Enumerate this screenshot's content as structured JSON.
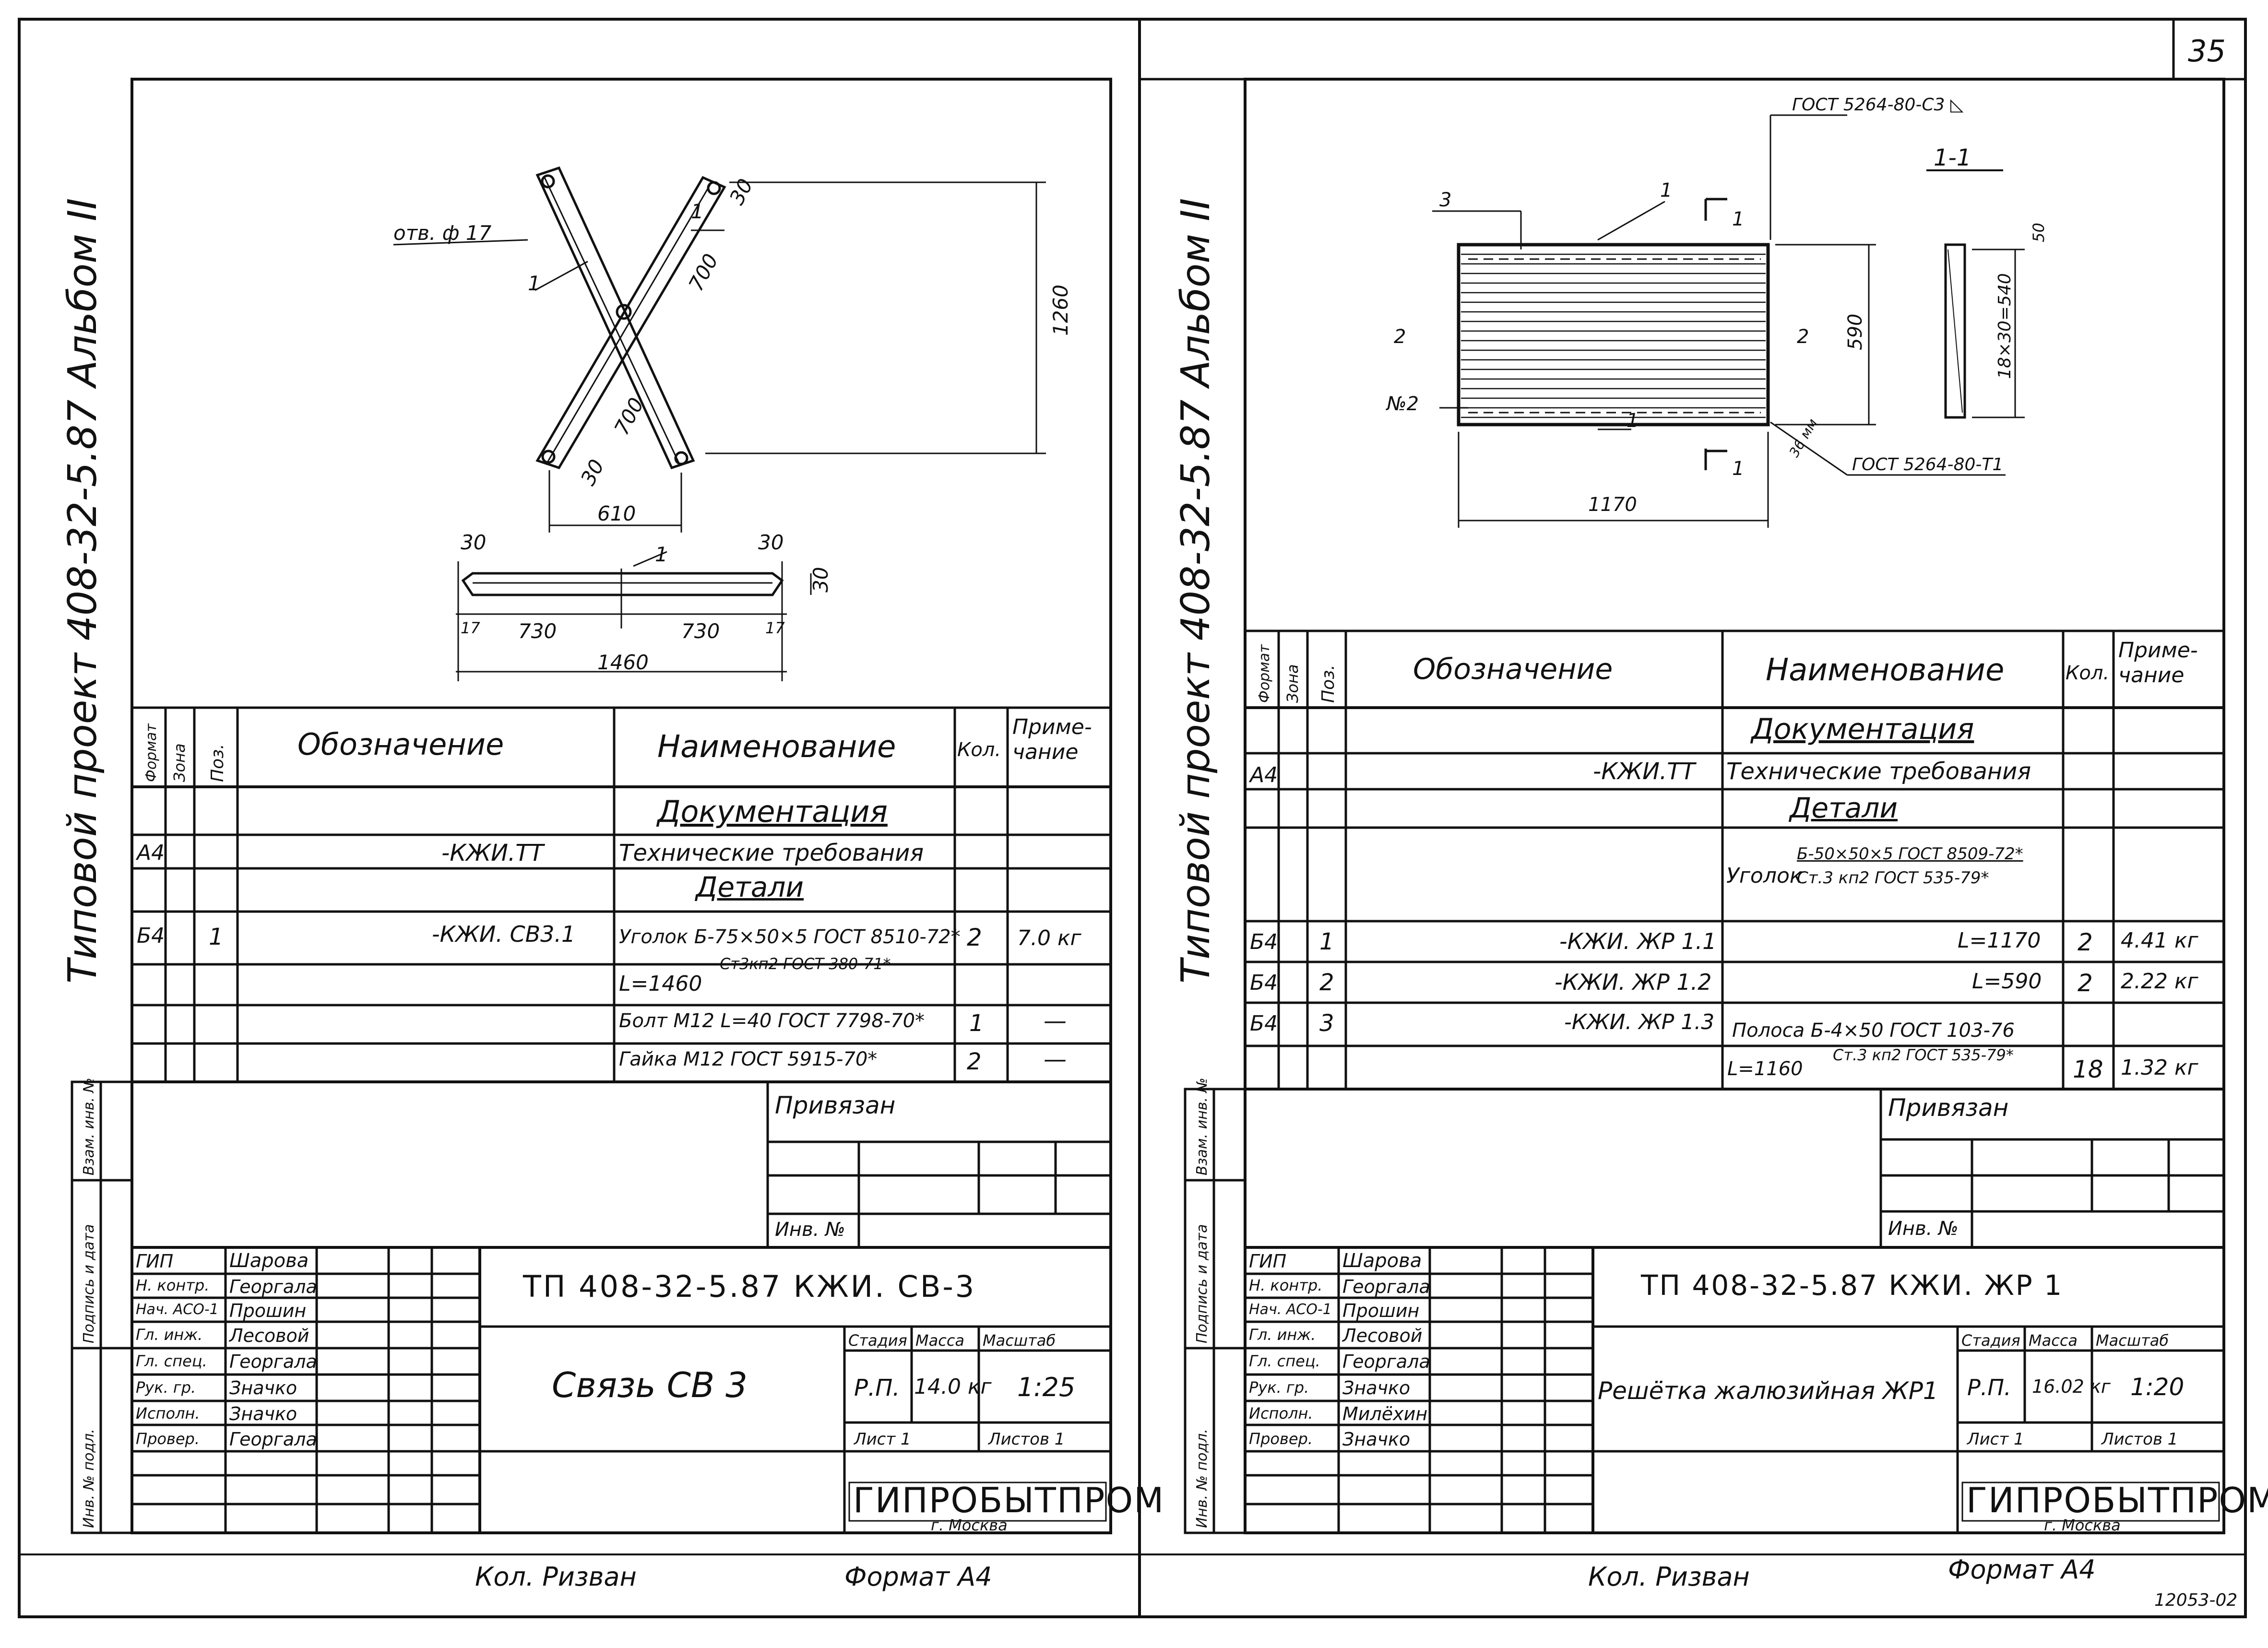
{
  "page_number": "35",
  "album_title_left": "Типовой проект 408-32-5.87 Альбом II",
  "album_title_right": "Типовой проект 408-32-5.87 Альбом II",
  "footer": {
    "copied_left": "Кол. Ризван",
    "format_left": "Формат А4",
    "copied_right": "Кол. Ризван",
    "format_right": "Формат А4",
    "archive_no": "12053-02"
  },
  "side_stamp_labels": [
    "Инв. № подл.",
    "Подпись и дата",
    "Взам. инв. №"
  ],
  "left_sheet": {
    "drawing": {
      "hole_label": "отв. ф 17",
      "pos1": "1",
      "dim_1260": "1260",
      "dim_700_a": "700",
      "dim_700_b": "700",
      "dim_30_a": "30",
      "dim_30_b": "30",
      "dim_610": "610",
      "dim_730_a": "730",
      "dim_730_b": "730",
      "dim_1460": "1460",
      "dim_30_c": "30",
      "dim_30_d": "30",
      "dim_30_e": "30",
      "dim_17_a": "17",
      "dim_17_b": "17"
    },
    "spec": {
      "headers": {
        "format": "Формат",
        "zone": "Зона",
        "pos": "Поз.",
        "designation": "Обозначение",
        "name": "Наименование",
        "qty": "Кол.",
        "note": "Приме-чание"
      },
      "section_docs": "Документация",
      "section_parts": "Детали",
      "rows": [
        {
          "format": "А4",
          "pos": "",
          "designation": "-КЖИ.ТТ",
          "name": "Технические требования",
          "qty": "",
          "note": ""
        },
        {
          "format": "Б4",
          "pos": "1",
          "designation": "-КЖИ. СВ3.1",
          "name": "Уголок Б-75×50×5 ГОСТ 8510-72*",
          "name2": "Ст3кп2 ГОСТ 380-71*",
          "name3": "L=1460",
          "qty": "2",
          "note": "7.0 кг"
        },
        {
          "format": "",
          "pos": "",
          "designation": "",
          "name": "Болт М12 L=40 ГОСТ 7798-70*",
          "qty": "1",
          "note": "—"
        },
        {
          "format": "",
          "pos": "",
          "designation": "",
          "name": "Гайка М12 ГОСТ 5915-70*",
          "qty": "2",
          "note": "—"
        }
      ]
    },
    "privyazan": "Привязан",
    "inv_no": "Инв. №",
    "title_block": {
      "roles": [
        "ГИП",
        "Н. контр.",
        "Нач. АСО-1",
        "Гл. инж.",
        "Гл. спец.",
        "Рук. гр.",
        "Исполн.",
        "Провер."
      ],
      "names": [
        "Шарова",
        "Георгала",
        "Прошин",
        "Лесовой",
        "Георгала",
        "Значко",
        "Значко",
        "Георгала"
      ],
      "code": "ТП 408-32-5.87 КЖИ. СВ-3",
      "title": "Связь СВ 3",
      "stage_label": "Стадия",
      "mass_label": "Масса",
      "scale_label": "Масштаб",
      "stage": "Р.П.",
      "mass": "14.0 кг",
      "scale": "1:25",
      "sheet": "Лист 1",
      "sheets": "Листов 1",
      "org": "ГИПРОБЫТПРОМ",
      "city": "г. Москва"
    }
  },
  "right_sheet": {
    "drawing": {
      "gost_top": "ГОСТ 5264-80-С3 ◺",
      "section_label": "1-1",
      "pos1_top": "1",
      "pos1_bottom": "1",
      "pos2_left": "2",
      "pos2_right": "2",
      "pos3": "3",
      "cut_mark": "1",
      "detail_no": "№2",
      "dim_590": "590",
      "dim_1170": "1170",
      "dim_50": "50",
      "dim_18x30": "18×30=540",
      "gost_bottom": "ГОСТ 5264-80-Т1",
      "weld_note": "36 мм"
    },
    "spec": {
      "headers": {
        "format": "Формат",
        "zone": "Зона",
        "pos": "Поз.",
        "designation": "Обозначение",
        "name": "Наименование",
        "qty": "Кол.",
        "note": "Приме-чание"
      },
      "section_docs": "Документация",
      "section_parts": "Детали",
      "rows": [
        {
          "format": "А4",
          "pos": "",
          "designation": "-КЖИ.ТТ",
          "name": "Технические требования",
          "qty": "",
          "note": ""
        },
        {
          "format": "",
          "pos": "",
          "designation": "",
          "name_prefix": "Уголок",
          "name": "Б-50×50×5 ГОСТ 8509-72*",
          "name2": "Ст.3 кп2 ГОСТ 535-79*",
          "qty": "",
          "note": ""
        },
        {
          "format": "Б4",
          "pos": "1",
          "designation": "-КЖИ. ЖР 1.1",
          "name": "L=1170",
          "qty": "2",
          "note": "4.41 кг"
        },
        {
          "format": "Б4",
          "pos": "2",
          "designation": "-КЖИ. ЖР 1.2",
          "name": "L=590",
          "qty": "2",
          "note": "2.22 кг"
        },
        {
          "format": "Б4",
          "pos": "3",
          "designation": "-КЖИ. ЖР 1.3",
          "name": "Полоса Б-4×50 ГОСТ 103-76",
          "name2": "Ст.3 кп2 ГОСТ 535-79*",
          "name3": "L=1160",
          "qty": "18",
          "note": "1.32 кг"
        }
      ]
    },
    "privyazan": "Привязан",
    "inv_no": "Инв. №",
    "title_block": {
      "roles": [
        "ГИП",
        "Н. контр.",
        "Нач. АСО-1",
        "Гл. инж.",
        "Гл. спец.",
        "Рук. гр.",
        "Исполн.",
        "Провер."
      ],
      "names": [
        "Шарова",
        "Георгала",
        "Прошин",
        "Лесовой",
        "Георгала",
        "Значко",
        "Милёхин",
        "Значко"
      ],
      "code": "ТП 408-32-5.87 КЖИ. ЖР 1",
      "title": "Решётка жалюзийная ЖР1",
      "stage_label": "Стадия",
      "mass_label": "Масса",
      "scale_label": "Масштаб",
      "stage": "Р.П.",
      "mass": "16.02 кг",
      "scale": "1:20",
      "sheet": "Лист 1",
      "sheets": "Листов 1",
      "org": "ГИПРОБЫТПРОМ",
      "city": "г. Москва"
    }
  }
}
